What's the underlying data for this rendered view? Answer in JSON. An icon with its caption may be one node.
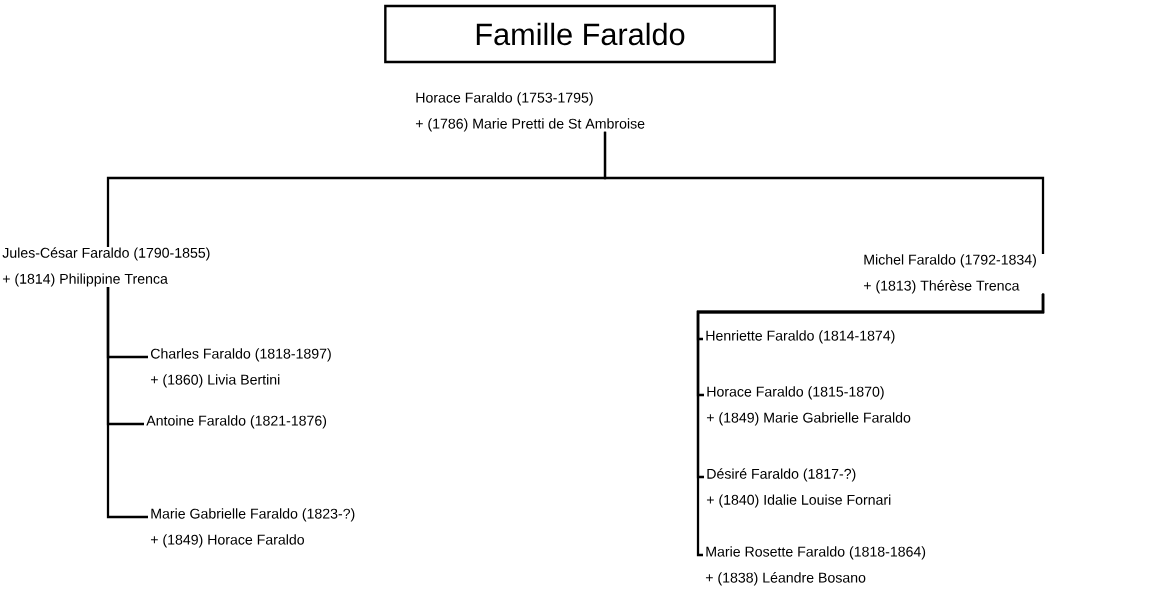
{
  "diagram": {
    "title": "Famille Faraldo",
    "nodes": [
      {
        "text": [
          "Horace Faraldo (1753-1795)",
          "+ (1786) Marie Pretti de St Ambroise"
        ]
      },
      {
        "text": [
          "Jules-César Faraldo (1790-1855)",
          "+ (1814) Philippine Trenca"
        ]
      },
      {
        "text": [
          "Michel Faraldo (1792-1834)",
          "+ (1813) Thérèse Trenca"
        ]
      },
      {
        "text": [
          "Charles Faraldo (1818-1897)",
          "+ (1860) Livia Bertini"
        ]
      },
      {
        "text": [
          "Antoine Faraldo (1821-1876)"
        ]
      },
      {
        "text": [
          "Marie Gabrielle Faraldo (1823-?)",
          "+ (1849) Horace Faraldo"
        ]
      },
      {
        "text": [
          "Henriette Faraldo (1814-1874)"
        ]
      },
      {
        "text": [
          "Horace Faraldo (1815-1870)",
          "+ (1849) Marie Gabrielle Faraldo"
        ]
      },
      {
        "text": [
          "Désiré Faraldo (1817-?)",
          "+ (1840) Idalie Louise Fornari"
        ]
      },
      {
        "text": [
          "Marie Rosette Faraldo (1818-1864)",
          "+ (1838) Léandre Bosano"
        ]
      }
    ],
    "edges": [
      {
        "from": 0,
        "to": 1,
        "arrow": "none"
      },
      {
        "from": 0,
        "to": 2,
        "arrow": "none"
      },
      {
        "from": 1,
        "to": 3,
        "arrow": "none"
      },
      {
        "from": 1,
        "to": 4,
        "arrow": "none"
      },
      {
        "from": 1,
        "to": 5,
        "arrow": "none"
      },
      {
        "from": 2,
        "to": 6,
        "arrow": "none"
      },
      {
        "from": 2,
        "to": 7,
        "arrow": "none"
      },
      {
        "from": 2,
        "to": 8,
        "arrow": "none"
      },
      {
        "from": 2,
        "to": 9,
        "arrow": "none"
      }
    ]
  }
}
